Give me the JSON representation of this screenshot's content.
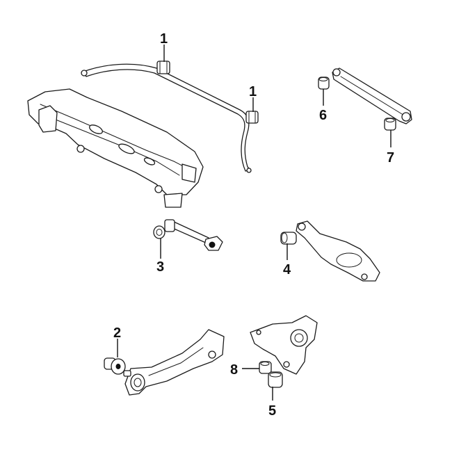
{
  "callouts": [
    {
      "key": "c1a",
      "label": "1"
    },
    {
      "key": "c1b",
      "label": "1"
    },
    {
      "key": "c6",
      "label": "6"
    },
    {
      "key": "c7",
      "label": "7"
    },
    {
      "key": "c3",
      "label": "3"
    },
    {
      "key": "c4",
      "label": "4"
    },
    {
      "key": "c2",
      "label": "2"
    },
    {
      "key": "c8",
      "label": "8"
    },
    {
      "key": "c5",
      "label": "5"
    }
  ],
  "colors": {
    "line": "#1a1a1a",
    "background": "#ffffff"
  }
}
